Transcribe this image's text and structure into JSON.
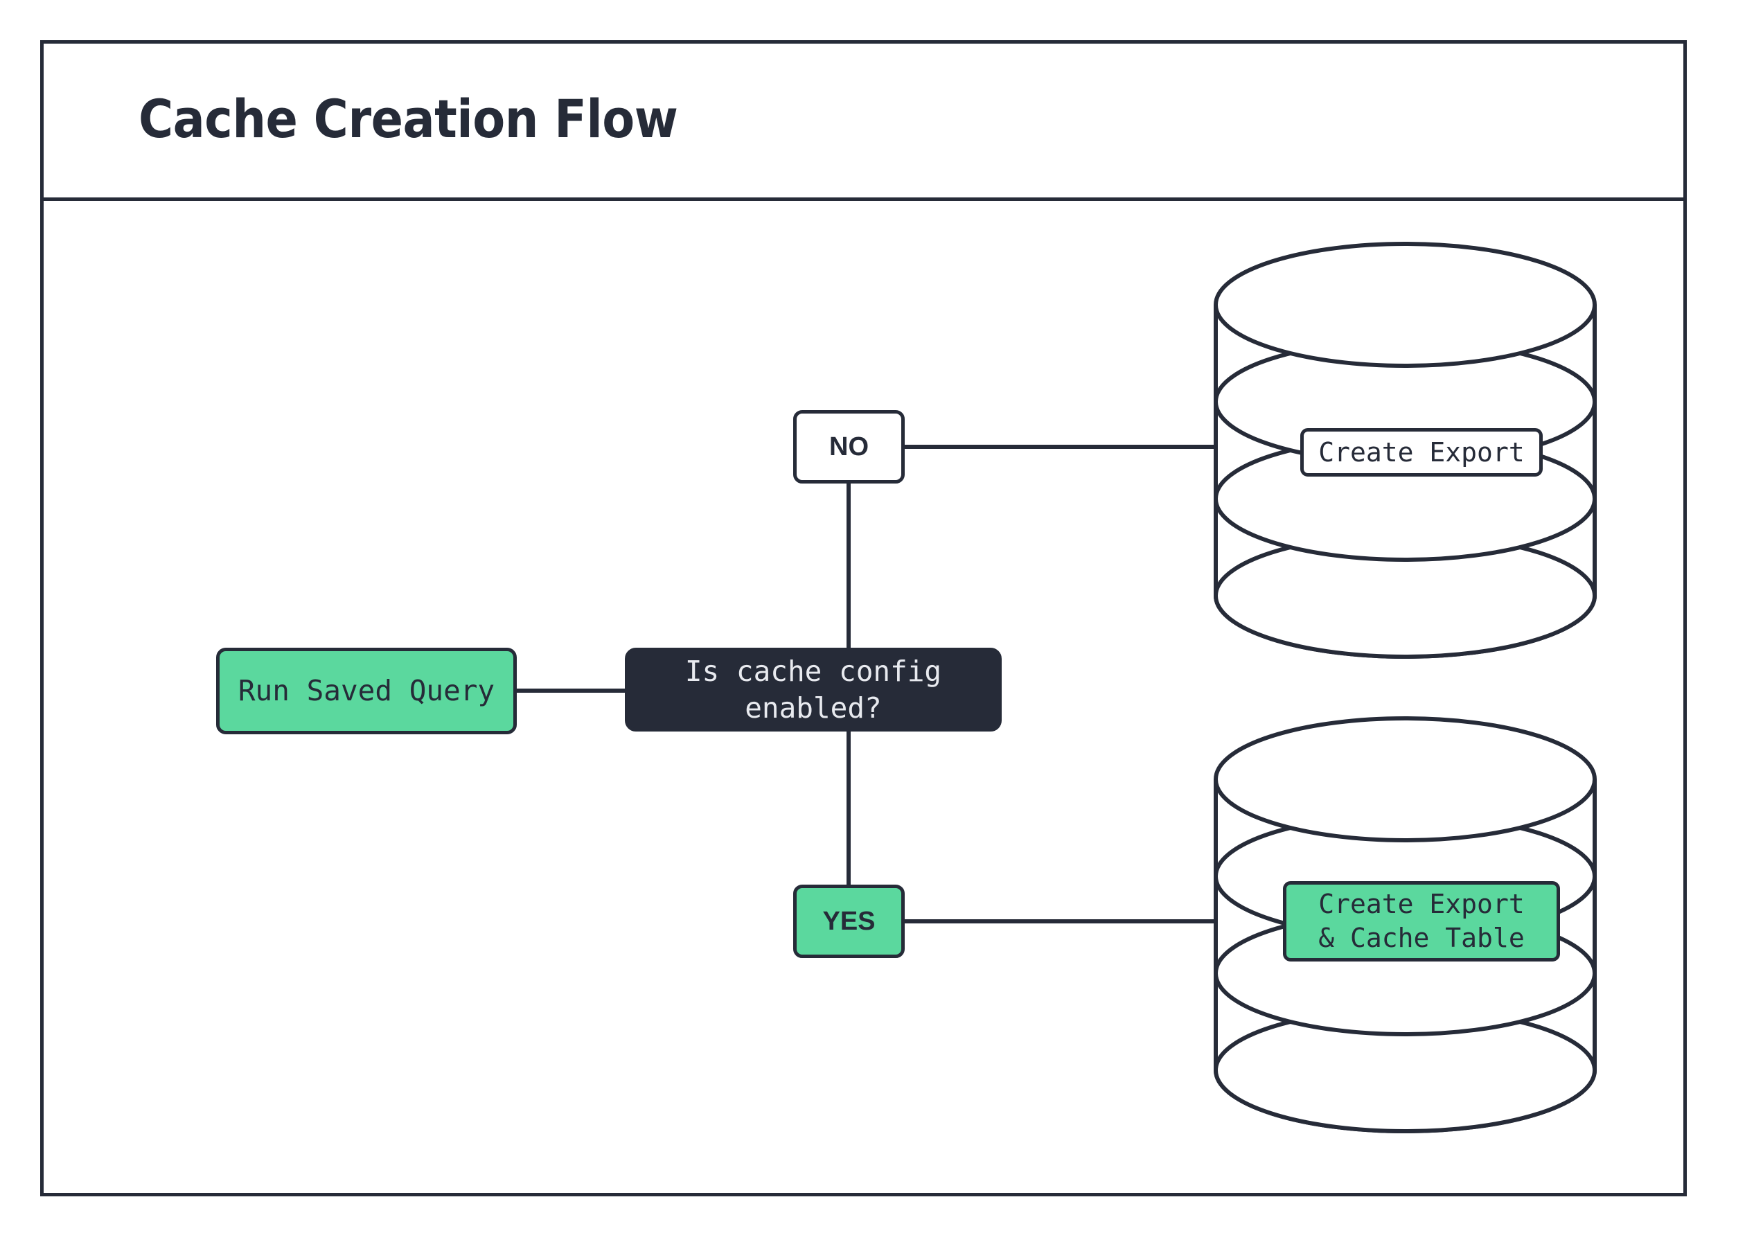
{
  "diagram": {
    "title": "Cache Creation Flow",
    "type": "flowchart",
    "colors": {
      "stroke": "#262B38",
      "accent_green": "#5BD89E",
      "dark_fill": "#262B38",
      "light_text": "#E8EAEF",
      "background": "#FFFFFF"
    },
    "nodes": {
      "run_saved_query": {
        "label": "Run Saved Query",
        "shape": "rounded-rect",
        "fill": "green"
      },
      "decision": {
        "label": "Is cache config enabled?",
        "shape": "rounded-rect",
        "fill": "dark"
      },
      "branch_no": {
        "label": "NO",
        "shape": "rounded-rect",
        "fill": "white"
      },
      "branch_yes": {
        "label": "YES",
        "shape": "rounded-rect",
        "fill": "green"
      },
      "db_top": {
        "shape": "database-cylinder",
        "label": "Create Export",
        "label_fill": "white"
      },
      "db_bottom": {
        "shape": "database-cylinder",
        "label": "Create Export\n& Cache Table",
        "label_fill": "green"
      }
    },
    "edges": [
      {
        "from": "run_saved_query",
        "to": "decision"
      },
      {
        "from": "decision",
        "to": "branch_no"
      },
      {
        "from": "decision",
        "to": "branch_yes"
      },
      {
        "from": "branch_no",
        "to": "db_top"
      },
      {
        "from": "branch_yes",
        "to": "db_bottom"
      }
    ]
  }
}
